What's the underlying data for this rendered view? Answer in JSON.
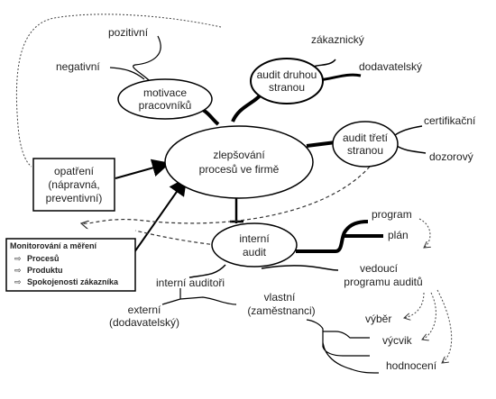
{
  "nodes": {
    "center": [
      "zlepšování",
      "procesů ve firmě"
    ],
    "motivace": [
      "motivace",
      "pracovníků"
    ],
    "audit2": [
      "audit druhou",
      "stranou"
    ],
    "audit3": [
      "audit třetí",
      "stranou"
    ],
    "interni": [
      "interní",
      "audit"
    ],
    "opatreni": [
      "opatření",
      "(nápravná,",
      "preventivní)"
    ]
  },
  "labels": {
    "pozitivni": "pozitivní",
    "negativni": "negativní",
    "zakaznicky": "zákaznický",
    "dodavatelsky": "dodavatelský",
    "certifikacni": "certifikační",
    "dozorovy": "dozorový",
    "program": "program",
    "plan": "plán",
    "vedouci": [
      "vedoucí",
      "programu auditů"
    ],
    "interni_auditori": "interní auditoři",
    "externi": [
      "externí",
      "(dodavatelský)"
    ],
    "vlastni": [
      "vlastní",
      "(zaměstnanci)"
    ],
    "vyber": "výběr",
    "vycvik": "výcvik",
    "hodnoceni": "hodnocení"
  },
  "monitoring": {
    "title": "Monitorování a měření",
    "items": [
      "Procesů",
      "Produktu",
      "Spokojenosti zákazníka"
    ],
    "bullet": "⇨"
  }
}
